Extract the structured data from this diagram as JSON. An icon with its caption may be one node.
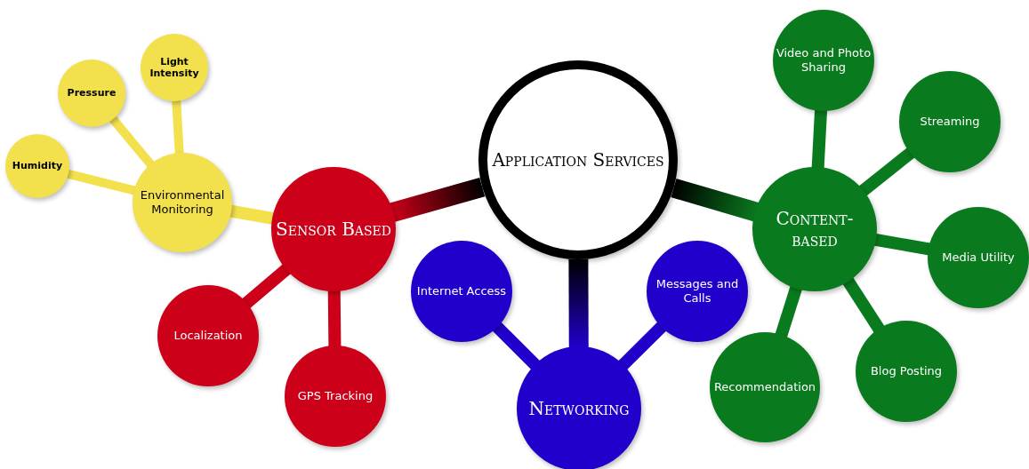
{
  "diagram": {
    "nodes": [
      {
        "text": [
          "Application Services"
        ]
      },
      {
        "text": [
          "Sensor Based"
        ]
      },
      {
        "text": [
          "Environmental Monitoring"
        ]
      },
      {
        "text": [
          "Humidity"
        ]
      },
      {
        "text": [
          "Pressure"
        ]
      },
      {
        "text": [
          "Light Intensity"
        ]
      },
      {
        "text": [
          "Localization"
        ]
      },
      {
        "text": [
          "GPS Tracking"
        ]
      },
      {
        "text": [
          "Internet Access"
        ]
      },
      {
        "text": [
          "Networking"
        ]
      },
      {
        "text": [
          "Messages and Calls"
        ]
      },
      {
        "text": [
          "Content-based"
        ]
      },
      {
        "text": [
          "Video and Photo Sharing"
        ]
      },
      {
        "text": [
          "Streaming"
        ]
      },
      {
        "text": [
          "Media Utility"
        ]
      },
      {
        "text": [
          "Recommendation"
        ]
      },
      {
        "text": [
          "Blog Posting"
        ]
      }
    ],
    "edges": [
      {
        "from": 0,
        "to": 1,
        "arrow": "none",
        "color": "#cc0018"
      },
      {
        "from": 0,
        "to": 9,
        "arrow": "none",
        "color": "#2200cc"
      },
      {
        "from": 0,
        "to": 11,
        "arrow": "none",
        "color": "#0a7a1e"
      },
      {
        "from": 1,
        "to": 2,
        "arrow": "none",
        "color": "#f2e14c"
      },
      {
        "from": 2,
        "to": 3,
        "arrow": "none",
        "color": "#f2e14c"
      },
      {
        "from": 2,
        "to": 4,
        "arrow": "none",
        "color": "#f2e14c"
      },
      {
        "from": 2,
        "to": 5,
        "arrow": "none",
        "color": "#f2e14c"
      },
      {
        "from": 1,
        "to": 6,
        "arrow": "none",
        "color": "#cc0018"
      },
      {
        "from": 1,
        "to": 7,
        "arrow": "none",
        "color": "#cc0018"
      },
      {
        "from": 9,
        "to": 8,
        "arrow": "none",
        "color": "#2200cc"
      },
      {
        "from": 9,
        "to": 10,
        "arrow": "none",
        "color": "#2200cc"
      },
      {
        "from": 11,
        "to": 12,
        "arrow": "none",
        "color": "#0a7a1e"
      },
      {
        "from": 11,
        "to": 13,
        "arrow": "none",
        "color": "#0a7a1e"
      },
      {
        "from": 11,
        "to": 14,
        "arrow": "none",
        "color": "#0a7a1e"
      },
      {
        "from": 11,
        "to": 15,
        "arrow": "none",
        "color": "#0a7a1e"
      },
      {
        "from": 11,
        "to": 16,
        "arrow": "none",
        "color": "#0a7a1e"
      }
    ]
  }
}
